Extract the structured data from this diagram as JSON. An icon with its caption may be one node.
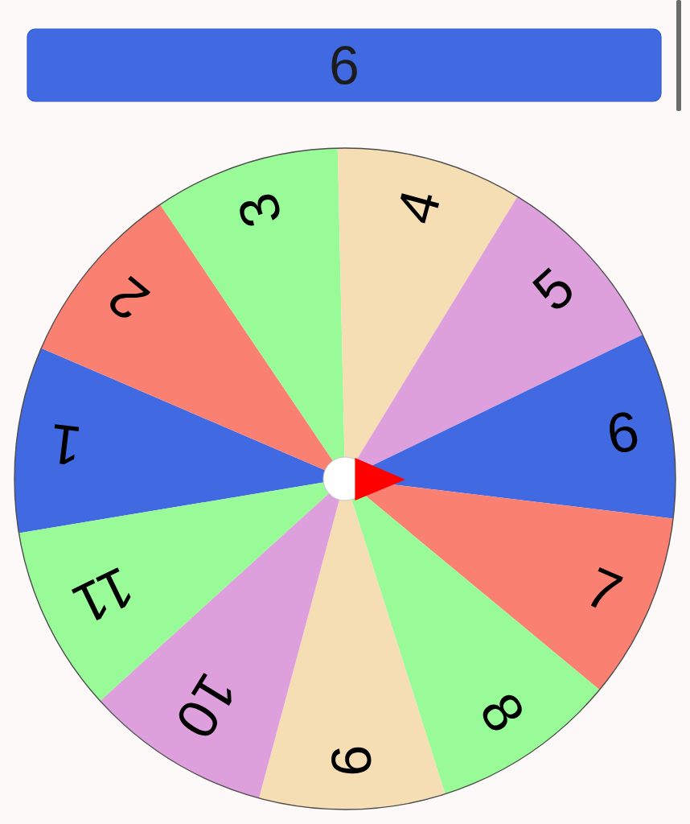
{
  "diagram": {
    "nodes": [
      {
        "text": [
          "6"
        ]
      },
      {
        "text": [
          "1"
        ]
      },
      {
        "text": [
          "2"
        ]
      },
      {
        "text": [
          "3"
        ]
      },
      {
        "text": [
          "4"
        ]
      },
      {
        "text": [
          "5"
        ]
      },
      {
        "text": [
          "6"
        ]
      },
      {
        "text": [
          "7"
        ]
      },
      {
        "text": [
          "8"
        ]
      },
      {
        "text": [
          "9"
        ]
      },
      {
        "text": [
          "10"
        ]
      },
      {
        "text": [
          "11"
        ]
      }
    ]
  }
}
